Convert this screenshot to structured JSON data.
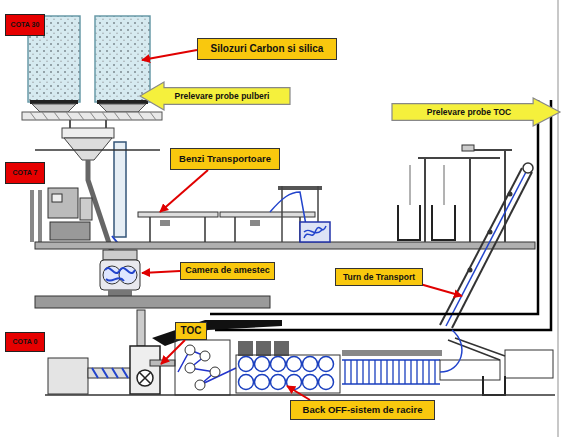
{
  "diagram": {
    "nodes": [
      {
        "text": [
          "COTA 30"
        ]
      },
      {
        "text": [
          "Silozuri Carbon si silica"
        ]
      },
      {
        "text": [
          "Prelevare probe pulberi"
        ]
      },
      {
        "text": [
          "Prelevare probe TOC"
        ]
      },
      {
        "text": [
          "COTA 7"
        ]
      },
      {
        "text": [
          "Benzi Transportoare"
        ]
      },
      {
        "text": [
          "Camera de amestec"
        ]
      },
      {
        "text": [
          "Turn de Transport"
        ]
      },
      {
        "text": [
          "TOC"
        ]
      },
      {
        "text": [
          "COTA 0"
        ]
      },
      {
        "text": [
          "Back OFF-sistem de racire"
        ]
      }
    ]
  }
}
